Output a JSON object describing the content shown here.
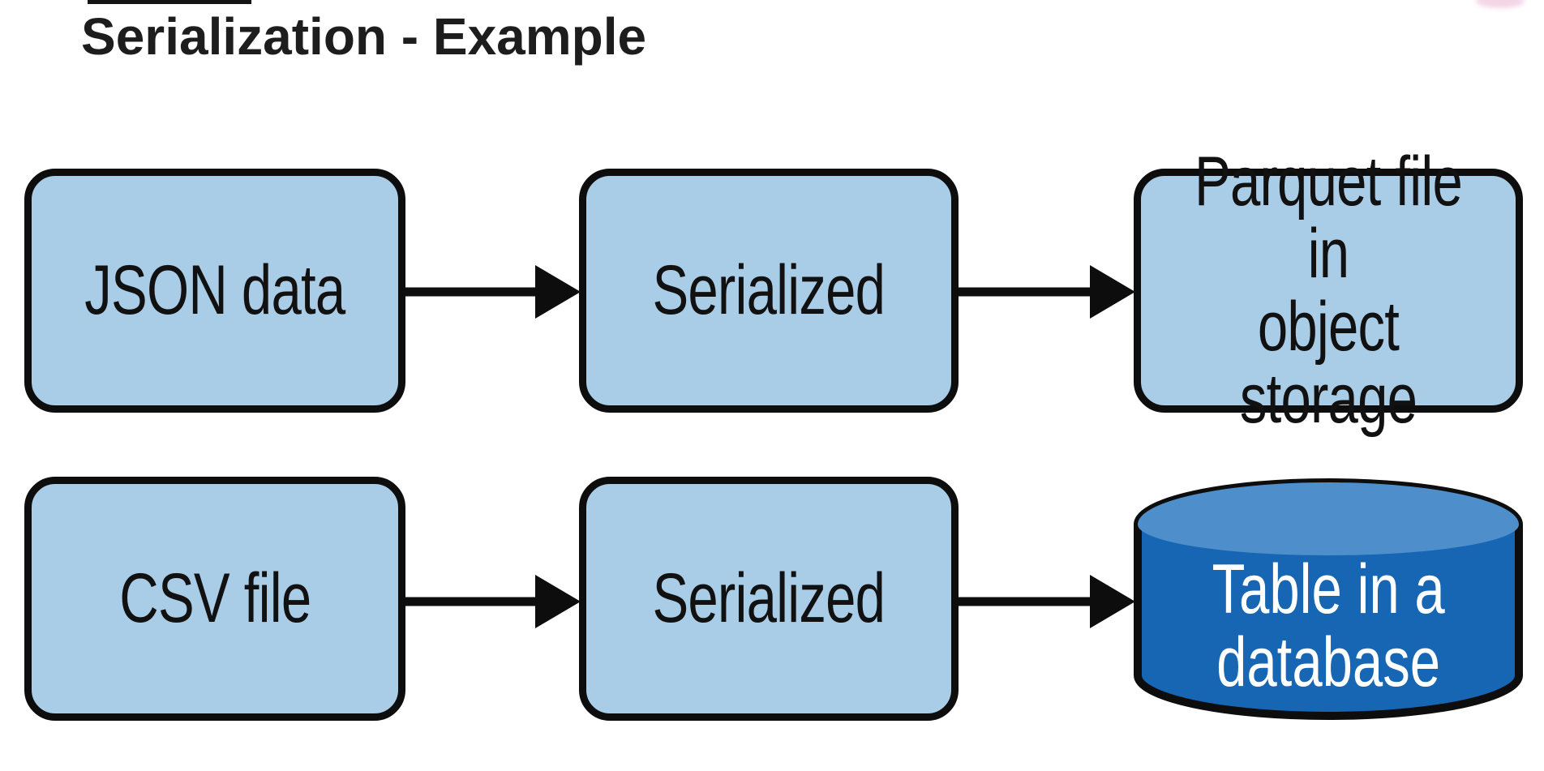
{
  "title": "Serialization - Example",
  "colors": {
    "box_fill": "#A9CCE7",
    "outline_black": "#0d0d0d",
    "cylinder_body": "#1766B4",
    "cylinder_top": "#4E8FCB",
    "cylinder_text": "#ffffff",
    "box_text": "#111111",
    "title_text": "#1d1d1d",
    "background": "#ffffff"
  },
  "flow": {
    "rows": [
      {
        "nodes": [
          {
            "id": "json-data",
            "shape": "box",
            "label": "JSON data"
          },
          {
            "id": "serialized-1",
            "shape": "box",
            "label": "Serialized"
          },
          {
            "id": "parquet-file",
            "shape": "box",
            "label": "Parquet file in\nobject storage"
          }
        ]
      },
      {
        "nodes": [
          {
            "id": "csv-file",
            "shape": "box",
            "label": "CSV file"
          },
          {
            "id": "serialized-2",
            "shape": "box",
            "label": "Serialized"
          },
          {
            "id": "db-table",
            "shape": "cylinder",
            "label": "Table in a\ndatabase"
          }
        ]
      }
    ],
    "edges": [
      {
        "from": "json-data",
        "to": "serialized-1"
      },
      {
        "from": "serialized-1",
        "to": "parquet-file"
      },
      {
        "from": "csv-file",
        "to": "serialized-2"
      },
      {
        "from": "serialized-2",
        "to": "db-table"
      }
    ]
  }
}
